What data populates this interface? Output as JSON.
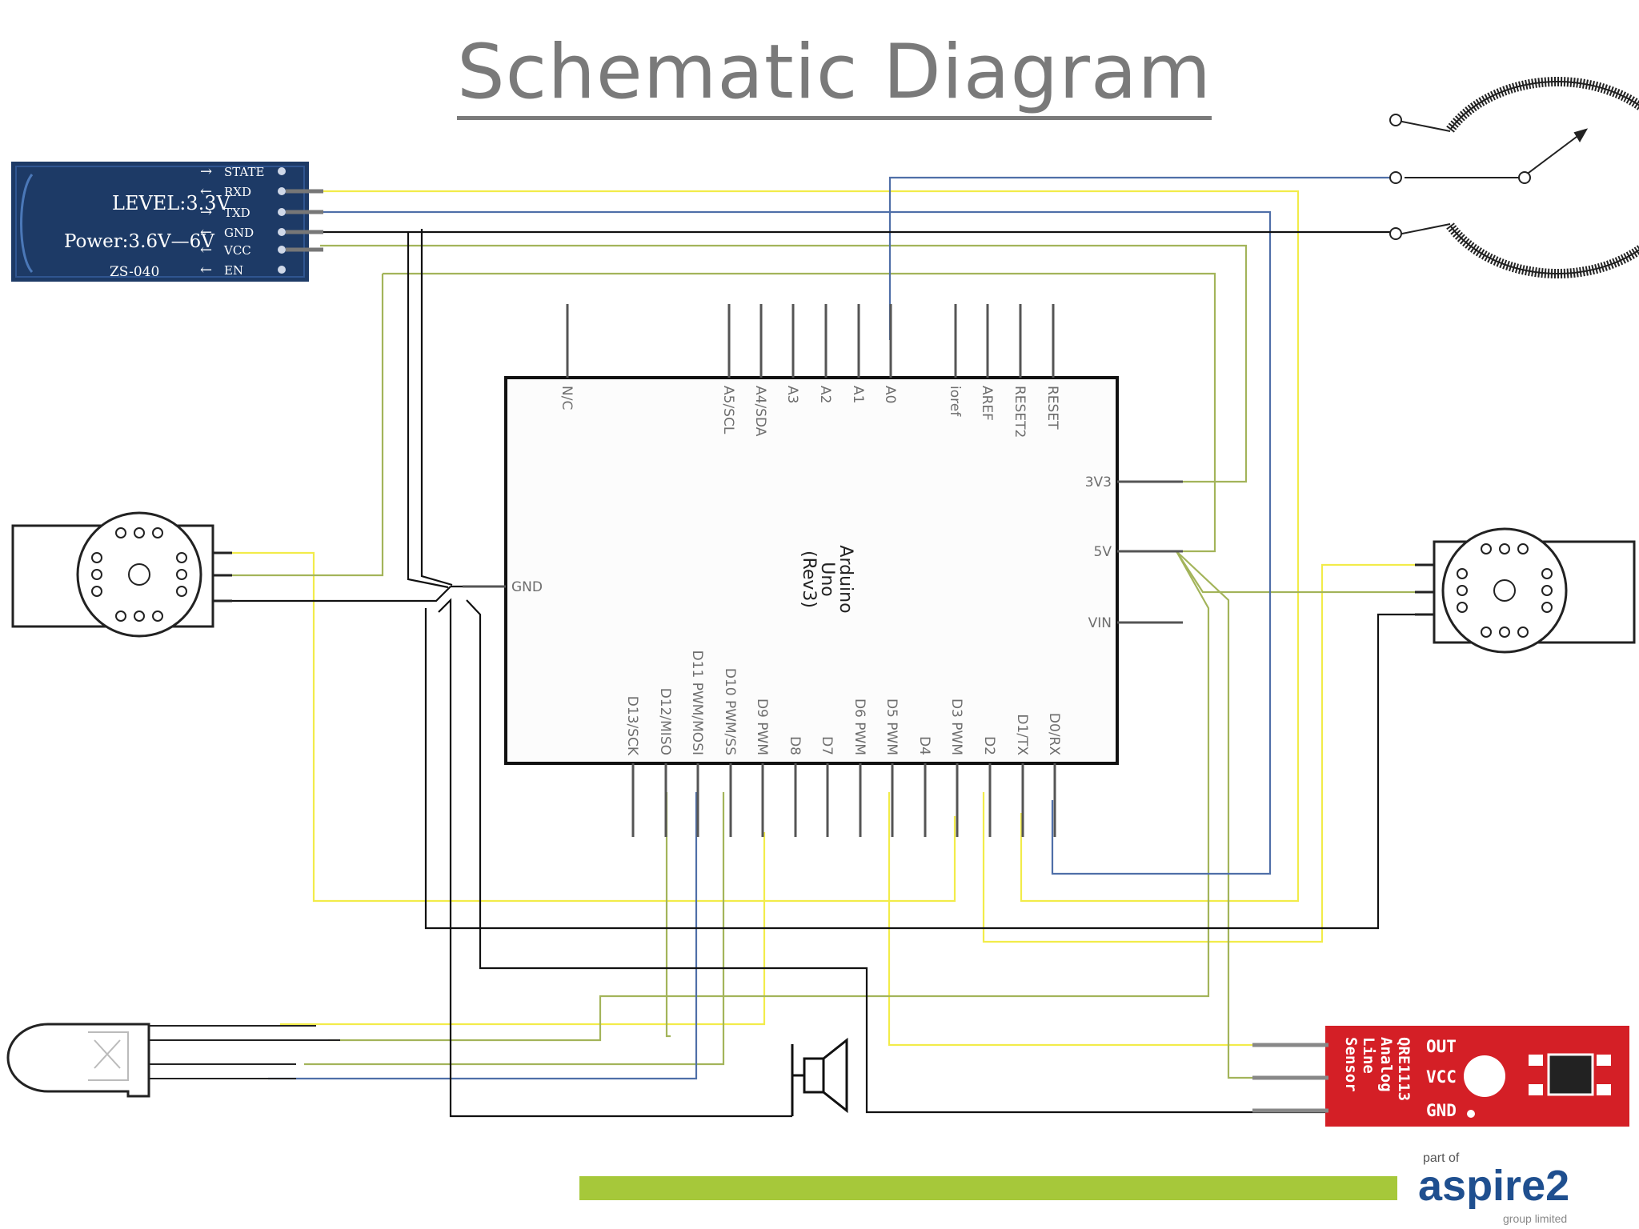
{
  "title": "Schematic Diagram",
  "arduino": {
    "name_lines": [
      "Arduino",
      "Uno",
      "(Rev3)"
    ],
    "top_pins": [
      "N/C",
      "A5/SCL",
      "A4/SDA",
      "A3",
      "A2",
      "A1",
      "A0",
      "ioref",
      "AREF",
      "RESET2",
      "RESET"
    ],
    "bottom_pins": [
      "D13/SCK",
      "D12/MISO",
      "D11 PWM/MOSI",
      "D10 PWM/SS",
      "D9 PWM",
      "D8",
      "D7",
      "D6 PWM",
      "D5 PWM",
      "D4",
      "D3 PWM",
      "D2",
      "D1/TX",
      "D0/RX"
    ],
    "right_pins": [
      "3V3",
      "5V",
      "VIN"
    ],
    "left_pins": [
      "GND"
    ]
  },
  "bluetooth": {
    "pins": [
      "STATE",
      "RXD",
      "TXD",
      "GND",
      "VCC",
      "EN"
    ],
    "level": "LEVEL:3.3V",
    "power": "Power:3.6V—6V",
    "model": "ZS-040"
  },
  "qre_sensor": {
    "name_lines": [
      "QRE1113",
      "Analog",
      "Line",
      "Sensor"
    ],
    "pins": [
      "OUT",
      "VCC",
      "GND"
    ]
  },
  "brand": {
    "part_of": "part of",
    "name": "aspire2",
    "sub": "group limited"
  },
  "colors": {
    "yellow_wire": "#f2ec4a",
    "green_wire": "#a3b45a",
    "blue_wire": "#4f6fa8",
    "black_wire": "#111111",
    "bt_board": "#1d3a66",
    "qre_board": "#d41f26",
    "brand_bar": "#a6c83a",
    "brand_text": "#1f4f8f"
  }
}
